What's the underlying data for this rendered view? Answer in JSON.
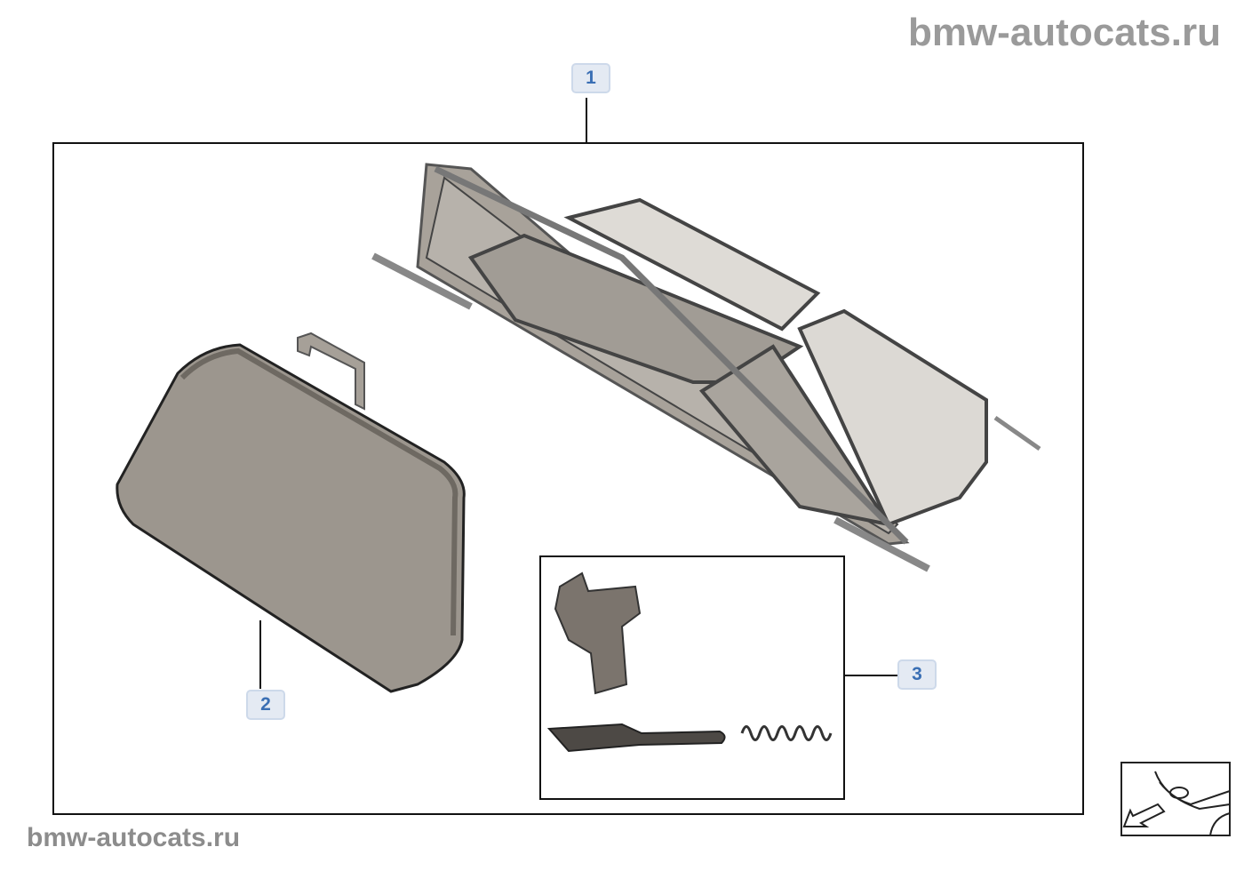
{
  "watermark": {
    "top": "bmw-autocats.ru",
    "bottom": "bmw-autocats.ru"
  },
  "callouts": [
    "1",
    "2",
    "3"
  ],
  "colors": {
    "callout_bg": "#e4eaf3",
    "callout_text": "#3a6fb4",
    "part_gray": "#9c968e"
  }
}
